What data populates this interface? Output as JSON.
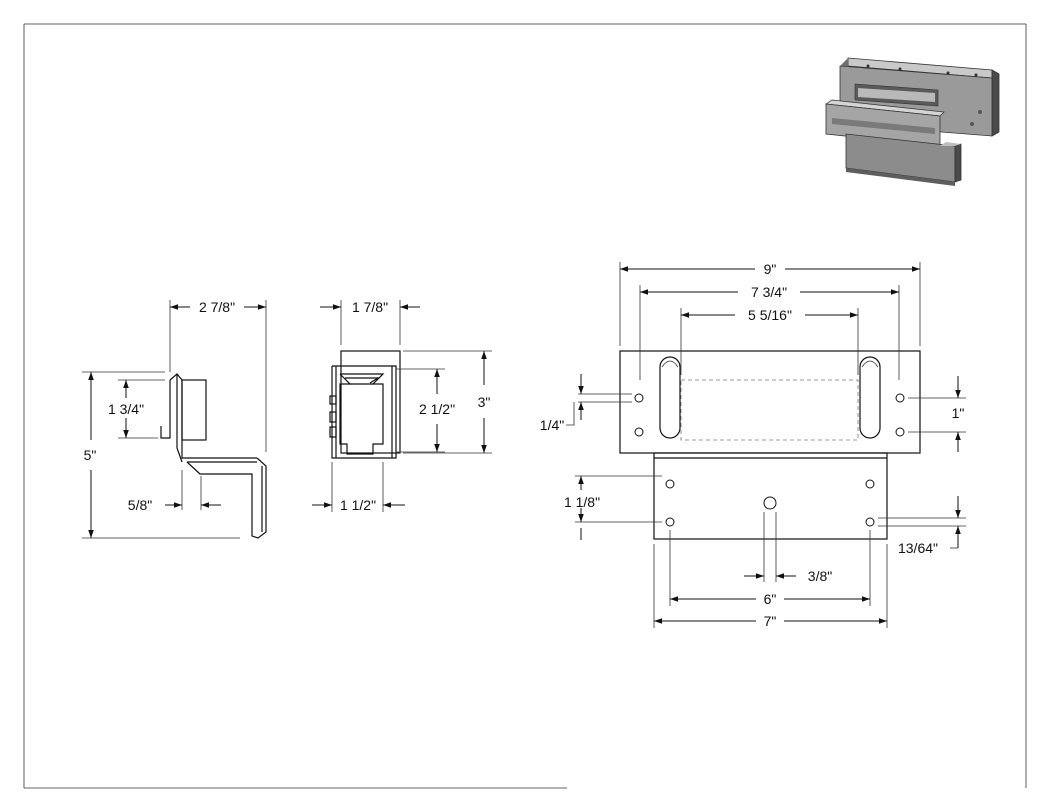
{
  "dimensions": {
    "side_width": "2 7/8\"",
    "side_height": "5\"",
    "side_lip": "1 3/4\"",
    "side_offset": "5/8\"",
    "end_width": "1 7/8\"",
    "end_height": "3\"",
    "end_inner": "2 1/2\"",
    "end_depth": "1 1/2\"",
    "front_width": "9\"",
    "front_slot_span": "7 3/4\"",
    "front_window": "5 5/16\"",
    "front_hole_offset": "1/4\"",
    "front_hole_spacing": "1\"",
    "plate_hole_spacing": "1 1/8\"",
    "plate_hole_edge": "13/64\"",
    "plate_center_hole": "3/8\"",
    "plate_hole_span": "6\"",
    "plate_width": "7\""
  },
  "colors": {
    "line": "#111111",
    "render_body": "#9a9a9a",
    "render_dark": "#4a4a4a",
    "render_light": "#c9c9c9"
  }
}
